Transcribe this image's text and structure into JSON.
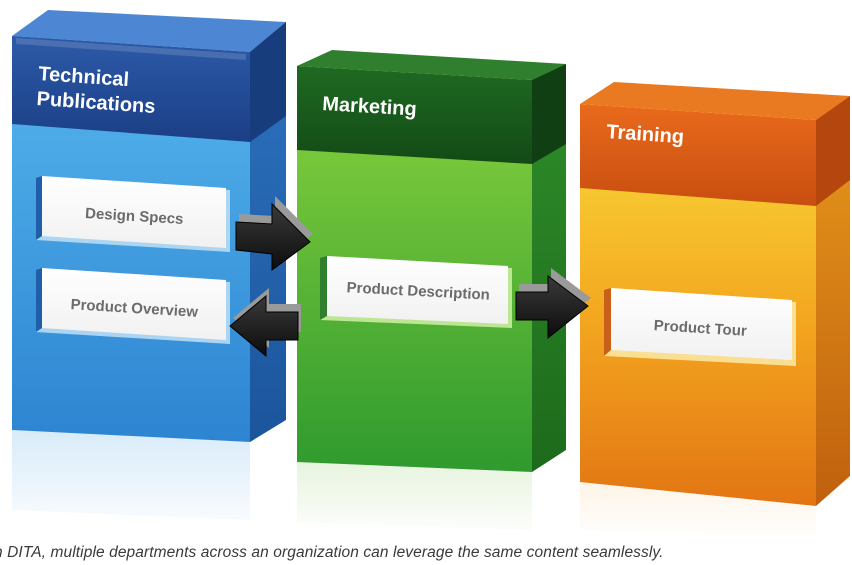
{
  "departments": [
    {
      "title_lines": [
        "Technical",
        "Publications"
      ],
      "color": "#3a8fd6",
      "items": [
        "Design Specs",
        "Product Overview"
      ]
    },
    {
      "title_lines": [
        "Marketing"
      ],
      "color": "#57b82e",
      "items": [
        "Product Description"
      ]
    },
    {
      "title_lines": [
        "Training"
      ],
      "color": "#f0a21c",
      "items": [
        "Product Tour"
      ]
    }
  ],
  "caption": "h DITA, multiple departments across an organization can leverage the same content seamlessly."
}
